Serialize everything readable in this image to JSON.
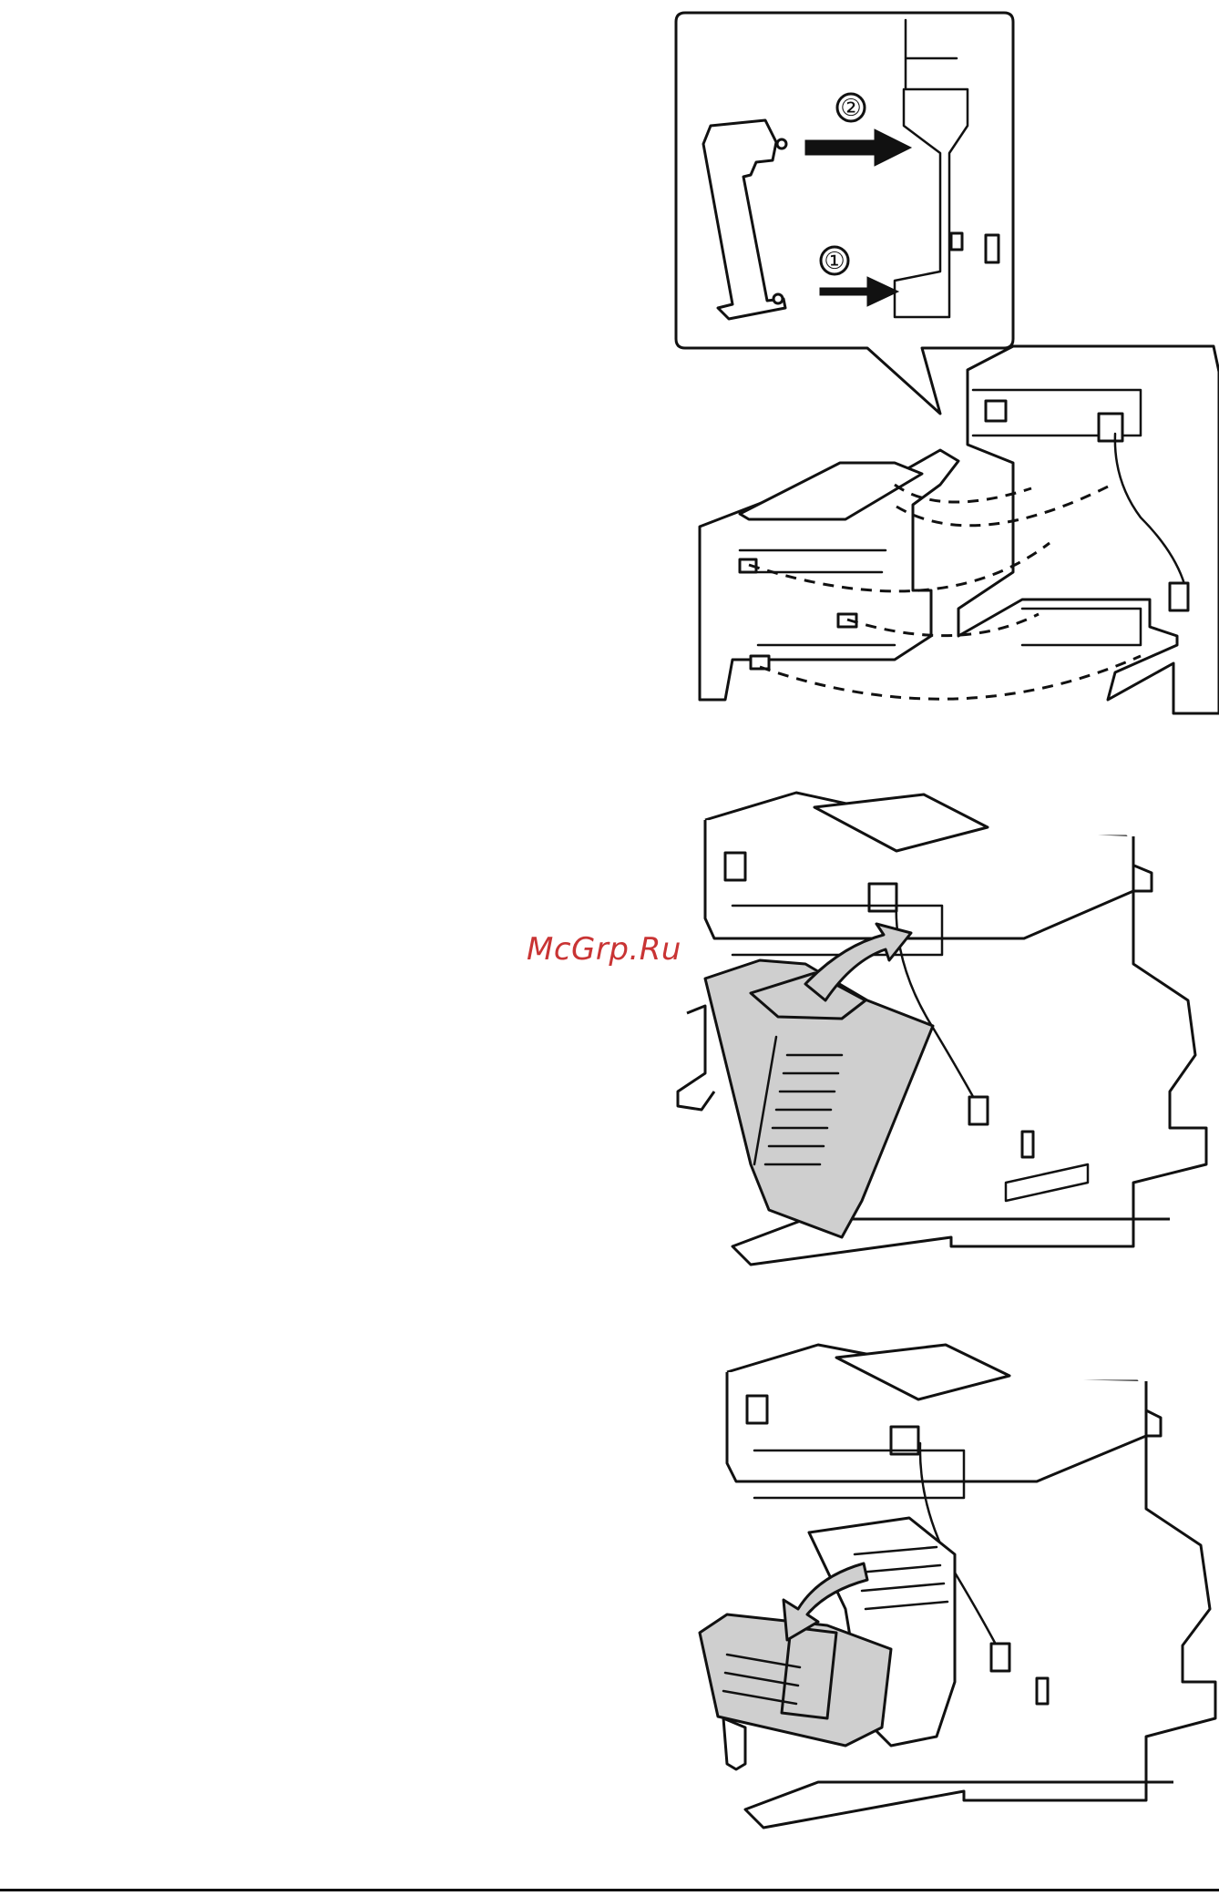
{
  "watermark": {
    "text": "McGrp.Ru",
    "color": "#c93434"
  },
  "step_labels": [
    "②",
    "①"
  ],
  "figures": [
    {
      "name": "duplex-unit-hook-attachment",
      "icons": [
        "circled-2-icon",
        "circled-1-icon",
        "right-arrow-icon",
        "dashed-guide-line"
      ]
    },
    {
      "name": "duplex-cover-close",
      "icons": [
        "curved-arrow-up-icon"
      ]
    },
    {
      "name": "duplex-cover-open",
      "icons": [
        "curved-arrow-left-icon"
      ]
    }
  ]
}
